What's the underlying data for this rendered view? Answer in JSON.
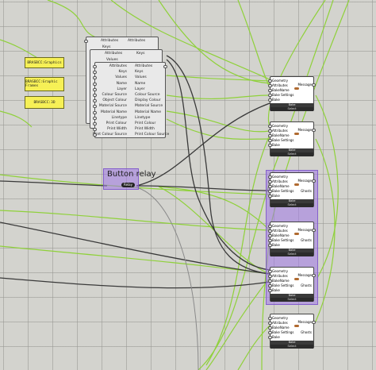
{
  "panels": [
    {
      "id": "p1",
      "text": "BRASBCC:Graphics"
    },
    {
      "id": "p2",
      "text": "BRASBCC:Graphic Frames"
    },
    {
      "id": "p3",
      "text": "BRASBCC:3D"
    }
  ],
  "comp_back": {
    "left": "Attributes",
    "right": "Attributes",
    "sub": "Keys"
  },
  "comp_mid": {
    "left": "Attributes",
    "right": "Keys",
    "sub": "Values"
  },
  "comp_main": {
    "inputs": [
      "Attributes",
      "Keys",
      "Values",
      "Name",
      "Layer",
      "Colour Source",
      "Object Colour",
      "Material Source",
      "Material Name",
      "Linetype",
      "Print Colour",
      "Print Width",
      "Print Colour Source"
    ],
    "outputs": [
      "Attributes",
      "Keys",
      "Values",
      "Name",
      "Layer",
      "Colour Source",
      "Display Colour",
      "Material Source",
      "Material Name",
      "Linetype",
      "Print Colour",
      "Print Width",
      "Print Colour Source"
    ]
  },
  "bake": {
    "inputs": [
      "Geometry",
      "Attributes",
      "BakeName",
      "Bake Settings",
      "Bake"
    ],
    "out_message": "Message",
    "out_ghosts": "Ghosts",
    "footer": "Bake",
    "footer2": "Select"
  },
  "relay": {
    "title": "Button relay",
    "button": "Relay"
  },
  "colors": {
    "wire_green": "#8fd13a",
    "wire_dark": "#3a3a3a",
    "wire_gray": "#8a8a8a",
    "panel": "#f6f056",
    "group": "#a078e6"
  }
}
